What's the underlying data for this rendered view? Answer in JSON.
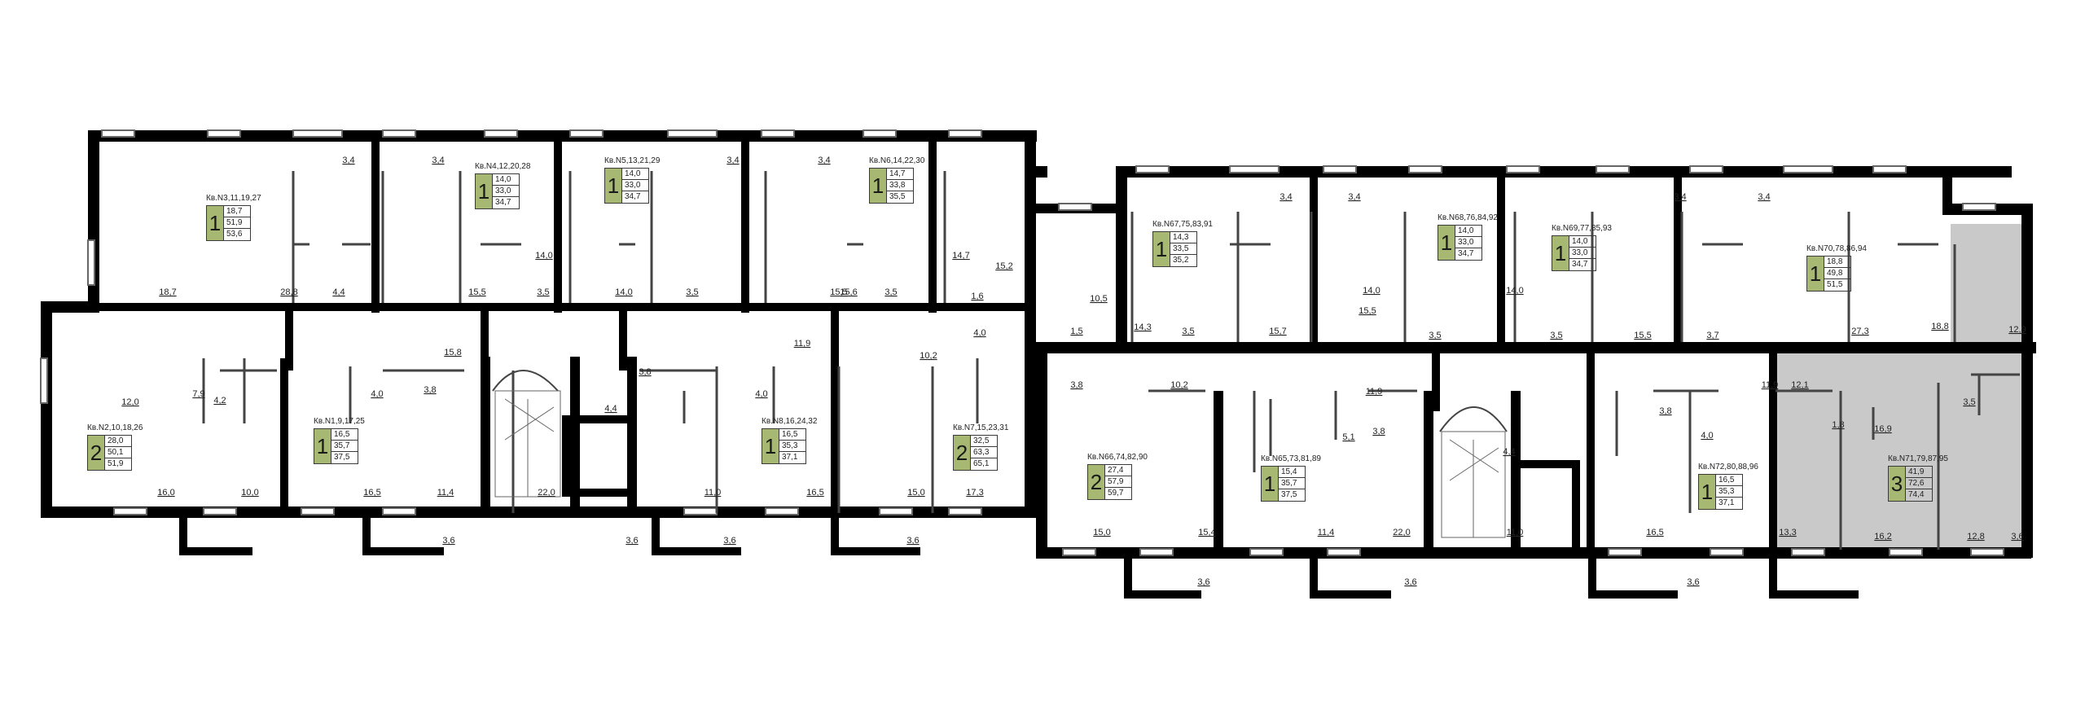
{
  "apartments": [
    {
      "id": "Кв.N3,11,19,27",
      "rooms": "1",
      "areas": [
        "18,7",
        "51,9",
        "53,6"
      ]
    },
    {
      "id": "Кв.N4,12,20,28",
      "rooms": "1",
      "areas": [
        "14,0",
        "33,0",
        "34,7"
      ]
    },
    {
      "id": "Кв.N5,13,21,29",
      "rooms": "1",
      "areas": [
        "14,0",
        "33,0",
        "34,7"
      ]
    },
    {
      "id": "Кв.N6,14,22,30",
      "rooms": "1",
      "areas": [
        "14,7",
        "33,8",
        "35,5"
      ]
    },
    {
      "id": "Кв.N2,10,18,26",
      "rooms": "2",
      "areas": [
        "28,0",
        "50,1",
        "51,9"
      ]
    },
    {
      "id": "Кв.N1,9,17,25",
      "rooms": "1",
      "areas": [
        "16,5",
        "35,7",
        "37,5"
      ]
    },
    {
      "id": "Кв.N8,16,24,32",
      "rooms": "1",
      "areas": [
        "16,5",
        "35,3",
        "37,1"
      ]
    },
    {
      "id": "Кв.N7,15,23,31",
      "rooms": "2",
      "areas": [
        "32,5",
        "63,3",
        "65,1"
      ]
    },
    {
      "id": "Кв.N67,75,83,91",
      "rooms": "1",
      "areas": [
        "14,3",
        "33,5",
        "35,2"
      ]
    },
    {
      "id": "Кв.N68,76,84,92",
      "rooms": "1",
      "areas": [
        "14,0",
        "33,0",
        "34,7"
      ]
    },
    {
      "id": "Кв.N69,77,85,93",
      "rooms": "1",
      "areas": [
        "14,0",
        "33,0",
        "34,7"
      ]
    },
    {
      "id": "Кв.N70,78,86,94",
      "rooms": "1",
      "areas": [
        "18,8",
        "49,8",
        "51,5"
      ]
    },
    {
      "id": "Кв.N66,74,82,90",
      "rooms": "2",
      "areas": [
        "27,4",
        "57,9",
        "59,7"
      ]
    },
    {
      "id": "Кв.N65,73,81,89",
      "rooms": "1",
      "areas": [
        "15,4",
        "35,7",
        "37,5"
      ]
    },
    {
      "id": "Кв.N72,80,88,96",
      "rooms": "1",
      "areas": [
        "16,5",
        "35,3",
        "37,1"
      ]
    },
    {
      "id": "Кв.N71,79,87,95",
      "rooms": "3",
      "areas": [
        "41,9",
        "72,6",
        "74,4"
      ]
    }
  ],
  "room_areas": [
    "3,4",
    "3,4",
    "3,4",
    "3,4",
    "18,7",
    "28,8",
    "4,4",
    "14,0",
    "15,5",
    "3,5",
    "14,0",
    "3,5",
    "15,5",
    "14,7",
    "15,6",
    "3,5",
    "15,2",
    "1,6",
    "12,0",
    "7,9",
    "4,2",
    "4,0",
    "3,8",
    "15,8",
    "4,4",
    "3,8",
    "4,0",
    "11,9",
    "10,2",
    "4,0",
    "16,0",
    "10,0",
    "16,5",
    "11,4",
    "22,0",
    "11,0",
    "16,5",
    "15,0",
    "17,3",
    "3,6",
    "3,6",
    "3,6",
    "3,6",
    "3,4",
    "3,4",
    "3,4",
    "3,4",
    "10,5",
    "14,3",
    "3,5",
    "15,7",
    "14,0",
    "15,5",
    "3,5",
    "14,0",
    "3,5",
    "15,5",
    "3,7",
    "27,3",
    "18,8",
    "12,9",
    "1,5",
    "3,8",
    "10,2",
    "11,9",
    "5,1",
    "3,8",
    "4,4",
    "3,8",
    "4,0",
    "11,9",
    "12,1",
    "1,8",
    "3,5",
    "16,9",
    "15,0",
    "15,4",
    "11,4",
    "22,0",
    "11,0",
    "16,5",
    "13,3",
    "16,2",
    "12,8",
    "3,6",
    "3,6",
    "3,6",
    "3,6"
  ],
  "colors": {
    "walls": "#000000",
    "room_count_badge": "#a6b872",
    "highlight": "#c9c9c9"
  }
}
